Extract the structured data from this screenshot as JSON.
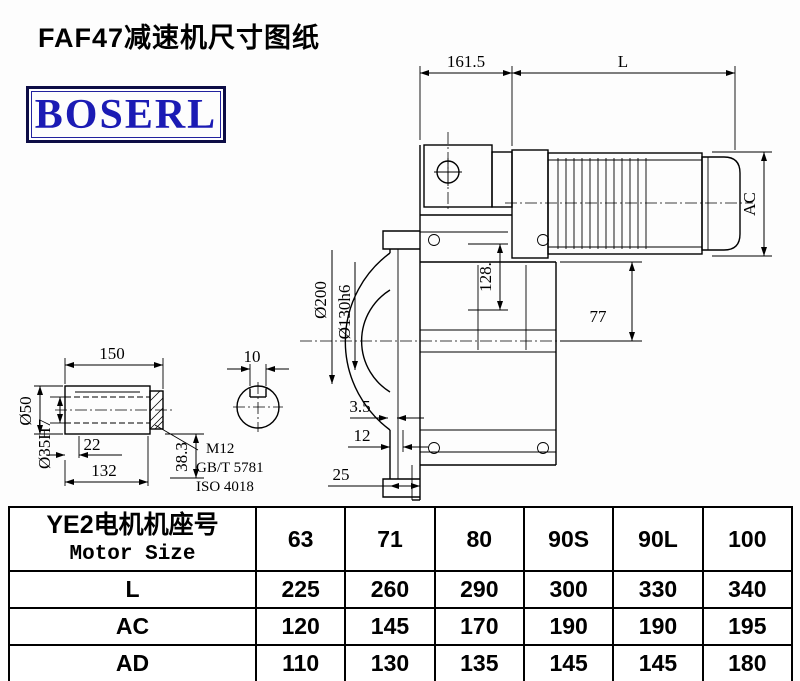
{
  "page": {
    "title": "FAF47减速机尺寸图纸",
    "brand": "BOSERL"
  },
  "dims": {
    "width_161": "161.5",
    "motor_len": "L",
    "motor_height": "AC",
    "flange_od": "Ø200",
    "pilot_d": "Ø130h6",
    "height_128": "128.",
    "height_77": "77",
    "gap_35": "3.5",
    "step_12": "12",
    "step_25": "25",
    "depth_383": "38.3",
    "shaft_len_150": "150",
    "key_w_10": "10",
    "od_50": "Ø50",
    "bore_35": "Ø35H7",
    "key_22": "22",
    "len_132": "132",
    "thread": "M12",
    "std_gb": "GB/T 5781",
    "std_iso": "ISO 4018"
  },
  "table": {
    "header_zh": "YE2电机机座号",
    "header_en": "Motor Size",
    "columns": [
      "63",
      "71",
      "80",
      "90S",
      "90L",
      "100"
    ],
    "rows": [
      {
        "label": "L",
        "values": [
          "225",
          "260",
          "290",
          "300",
          "330",
          "340"
        ]
      },
      {
        "label": "AC",
        "values": [
          "120",
          "145",
          "170",
          "190",
          "190",
          "195"
        ]
      },
      {
        "label": "AD",
        "values": [
          "110",
          "130",
          "135",
          "145",
          "145",
          "180"
        ]
      }
    ]
  }
}
